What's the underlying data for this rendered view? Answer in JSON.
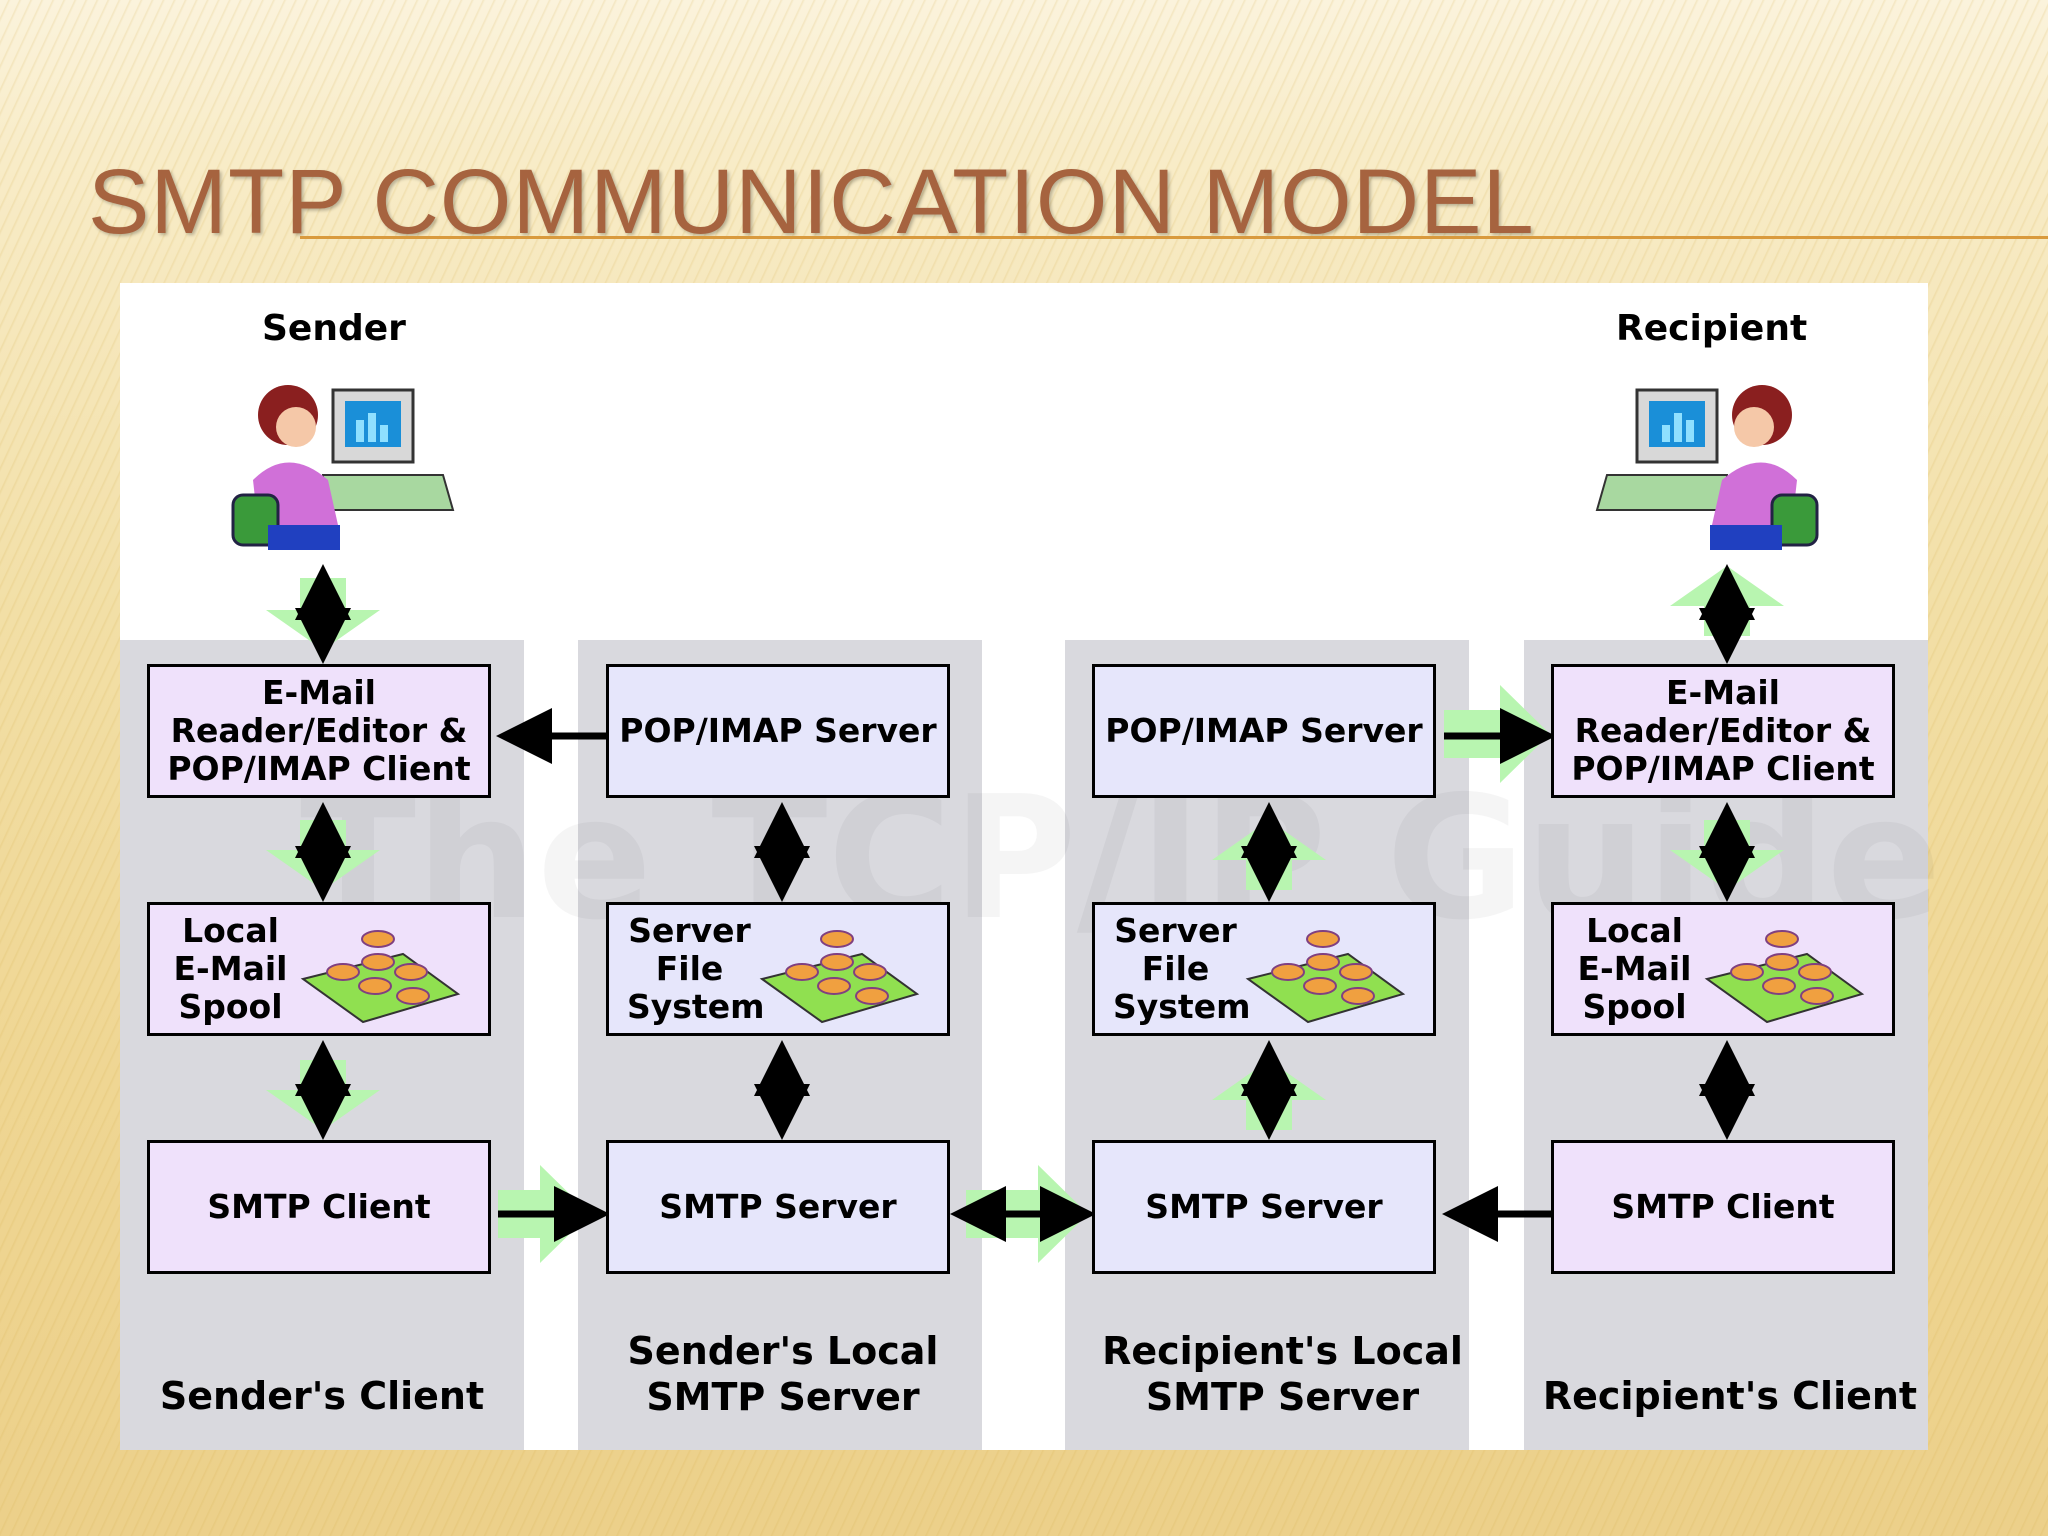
{
  "slide": {
    "title": "SMTP COMMUNICATION MODEL"
  },
  "diagram": {
    "sender_label": "Sender",
    "recipient_label": "Recipient",
    "columns": [
      {
        "label": "Sender's Client"
      },
      {
        "label": "Sender's Local SMTP Server"
      },
      {
        "label": "Recipient's Local SMTP Server"
      },
      {
        "label": "Recipient's Client"
      }
    ],
    "boxes": {
      "sender_reader": "E-Mail Reader/Editor & POP/IMAP Client",
      "sender_spool": "Local E-Mail Spool",
      "sender_smtp_client": "SMTP Client",
      "sender_popimap_server": "POP/IMAP Server",
      "sender_fs": "Server File System",
      "sender_smtp_server": "SMTP Server",
      "recip_popimap_server": "POP/IMAP Server",
      "recip_fs": "Server File System",
      "recip_smtp_server": "SMTP Server",
      "recip_reader": "E-Mail Reader/Editor & POP/IMAP Client",
      "recip_spool": "Local E-Mail Spool",
      "recip_smtp_client": "SMTP Client"
    },
    "watermark": "The TCP/IP Guide"
  }
}
